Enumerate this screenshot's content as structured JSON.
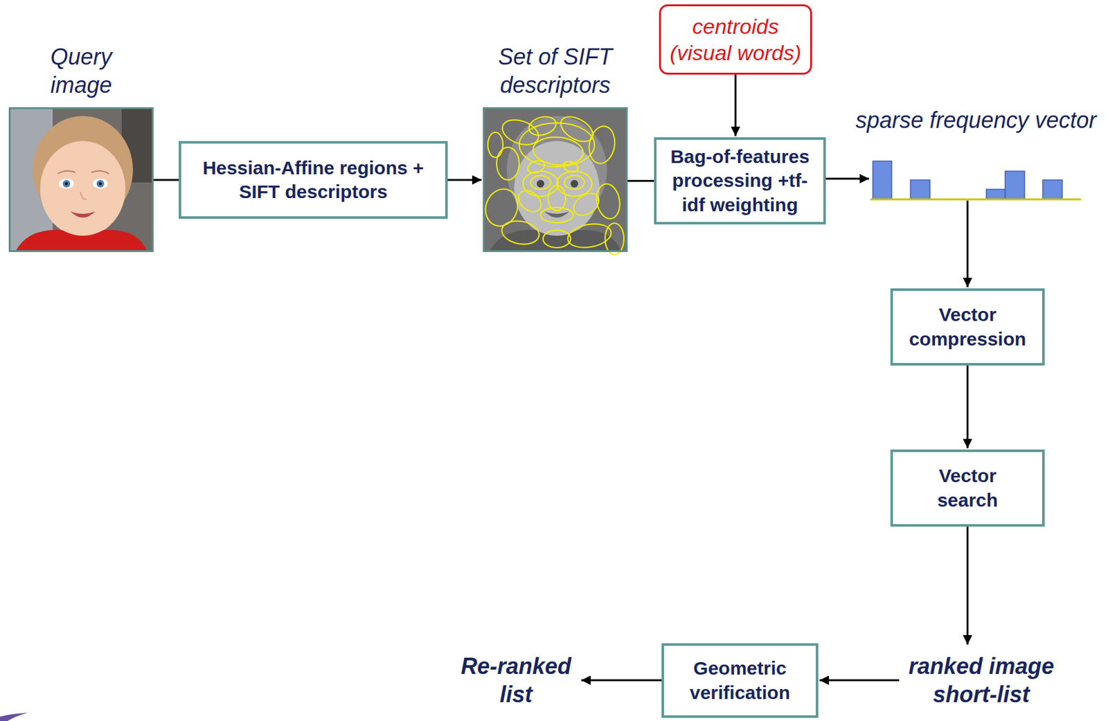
{
  "diagram": {
    "nodes": [
      {
        "text": [
          "Query image"
        ]
      },
      {
        "text": [
          "Hessian-Affine regions + SIFT descriptors"
        ]
      },
      {
        "text": [
          "Set of SIFT descriptors"
        ]
      },
      {
        "text": [
          "centroids (visual words)"
        ]
      },
      {
        "text": [
          "Bag-of-features processing +tf-idf weighting"
        ]
      },
      {
        "text": [
          "sparse frequency vector"
        ]
      },
      {
        "text": [
          "Vector compression"
        ]
      },
      {
        "text": [
          "Vector search"
        ]
      },
      {
        "text": [
          "ranked image short-list"
        ]
      },
      {
        "text": [
          "Geometric verification"
        ]
      },
      {
        "text": [
          "Re-ranked list"
        ]
      }
    ],
    "edges": [
      {
        "from": 0,
        "to": 1,
        "arrow": "none"
      },
      {
        "from": 1,
        "to": 2,
        "arrow": "to"
      },
      {
        "from": 2,
        "to": 4,
        "arrow": "none"
      },
      {
        "from": 3,
        "to": 4,
        "arrow": "to"
      },
      {
        "from": 4,
        "to": 5,
        "arrow": "to"
      },
      {
        "from": 5,
        "to": 6,
        "arrow": "to"
      },
      {
        "from": 6,
        "to": 7,
        "arrow": "to"
      },
      {
        "from": 7,
        "to": 8,
        "arrow": "to"
      },
      {
        "from": 8,
        "to": 9,
        "arrow": "to"
      },
      {
        "from": 9,
        "to": 10,
        "arrow": "to"
      }
    ]
  }
}
